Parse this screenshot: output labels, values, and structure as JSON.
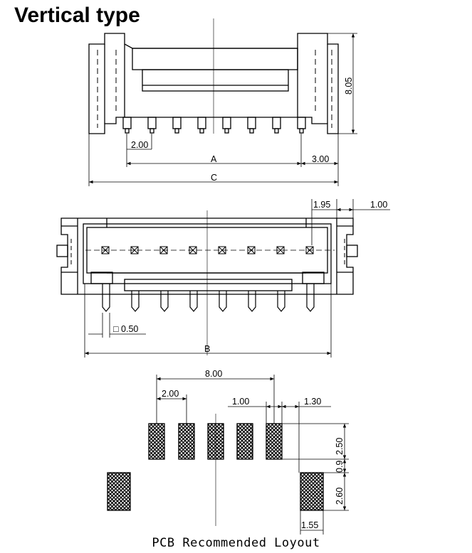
{
  "title": "Vertical type",
  "caption": "PCB Recommended Loyout",
  "front_view": {
    "dims": {
      "height": "8.05",
      "pitch": "2.00",
      "edge": "3.00",
      "a": "A",
      "c": "C"
    }
  },
  "top_view": {
    "dims": {
      "offset": "1.95",
      "edge": "1.00",
      "pin": "□ 0.50",
      "b": "B"
    }
  },
  "pcb_layout": {
    "dims": {
      "span": "8.00",
      "pitch": "2.00",
      "pad_width": "1.00",
      "anchor_width": "1.30",
      "pad_height": "2.50",
      "gap": "0.9",
      "anchor_height": "2.60",
      "anchor_offset": "1.55"
    }
  },
  "colors": {
    "ink": "#000000",
    "background": "#ffffff"
  }
}
